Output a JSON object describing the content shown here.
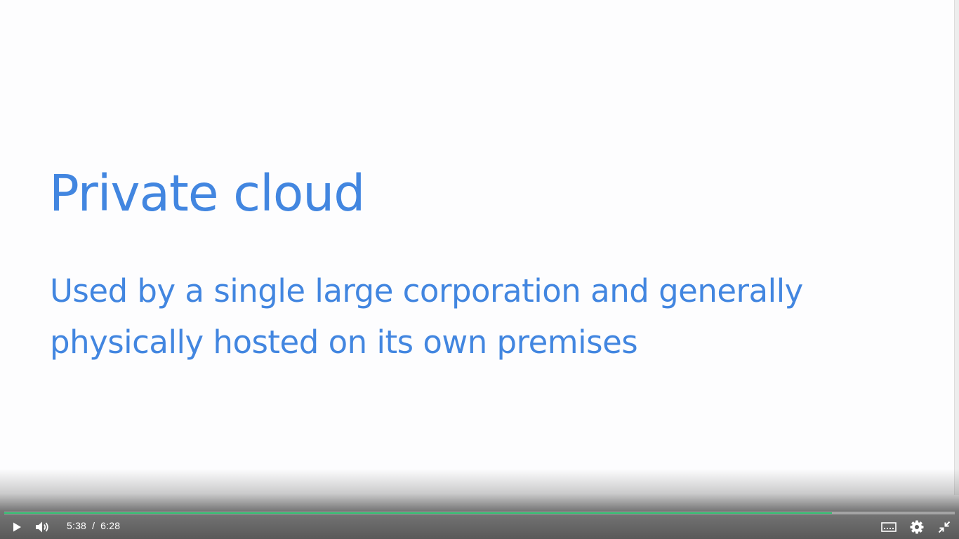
{
  "slide": {
    "title": "Private cloud",
    "body_lines": [
      "Used by a single large corporation and generally",
      "physically hosted on its own premises"
    ]
  },
  "player": {
    "current_time": "5:38",
    "time_separator": "/",
    "duration": "6:28",
    "progress_fraction": 0.871,
    "progress_color": "#2ebd6e",
    "icons": {
      "play": "play-icon",
      "volume": "volume-icon",
      "captions": "captions-icon",
      "settings": "gear-icon",
      "exit_fullscreen": "exit-fullscreen-icon"
    }
  },
  "colors": {
    "slide_text": "#4286e0",
    "controls_text": "#ffffff"
  }
}
